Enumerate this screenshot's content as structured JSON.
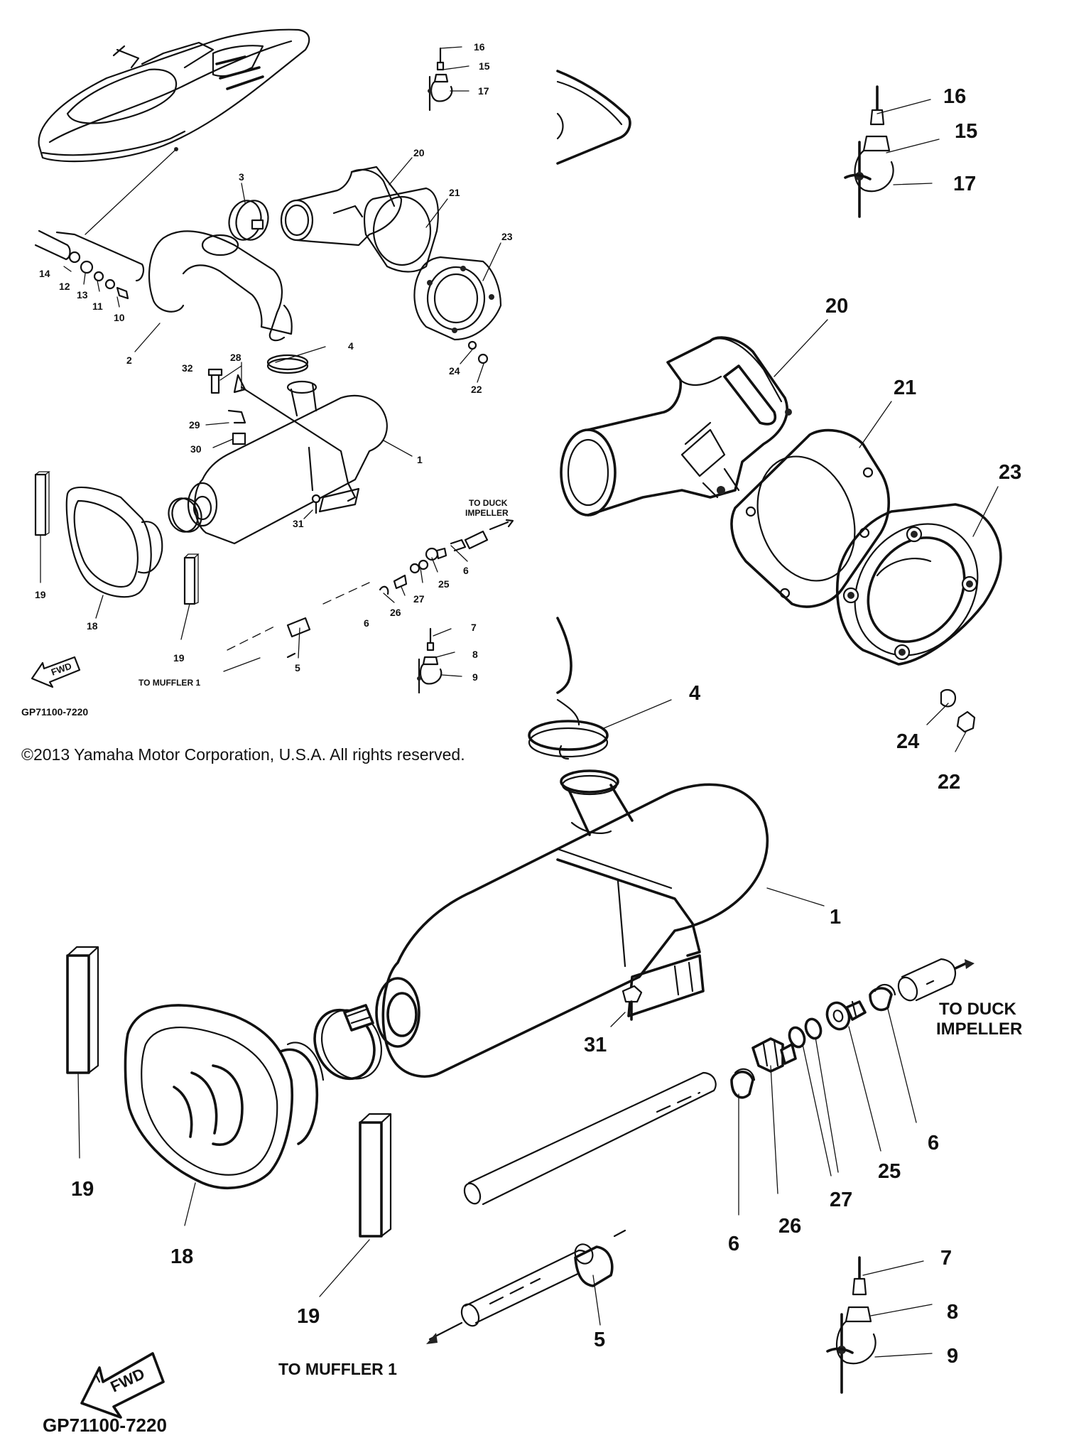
{
  "copyright": "©2013 Yamaha Motor Corporation, U.S.A. All rights reserved.",
  "diagram_code": "GP71100-7220",
  "fwd_label": "FWD",
  "notes": {
    "to_duck_line1": "TO DUCK",
    "to_duck_line2": "IMPELLER",
    "to_muffler": "TO MUFFLER 1"
  },
  "callouts": {
    "p1": "1",
    "p2": "2",
    "p3": "3",
    "p4": "4",
    "p5": "5",
    "p6": "6",
    "p7": "7",
    "p8": "8",
    "p9": "9",
    "p10": "10",
    "p11": "11",
    "p12": "12",
    "p13": "13",
    "p14": "14",
    "p15": "15",
    "p16": "16",
    "p17": "17",
    "p18": "18",
    "p19": "19",
    "p20": "20",
    "p21": "21",
    "p22": "22",
    "p23": "23",
    "p24": "24",
    "p25": "25",
    "p26": "26",
    "p27": "27",
    "p28": "28",
    "p29": "29",
    "p30": "30",
    "p31": "31",
    "p32": "32"
  }
}
